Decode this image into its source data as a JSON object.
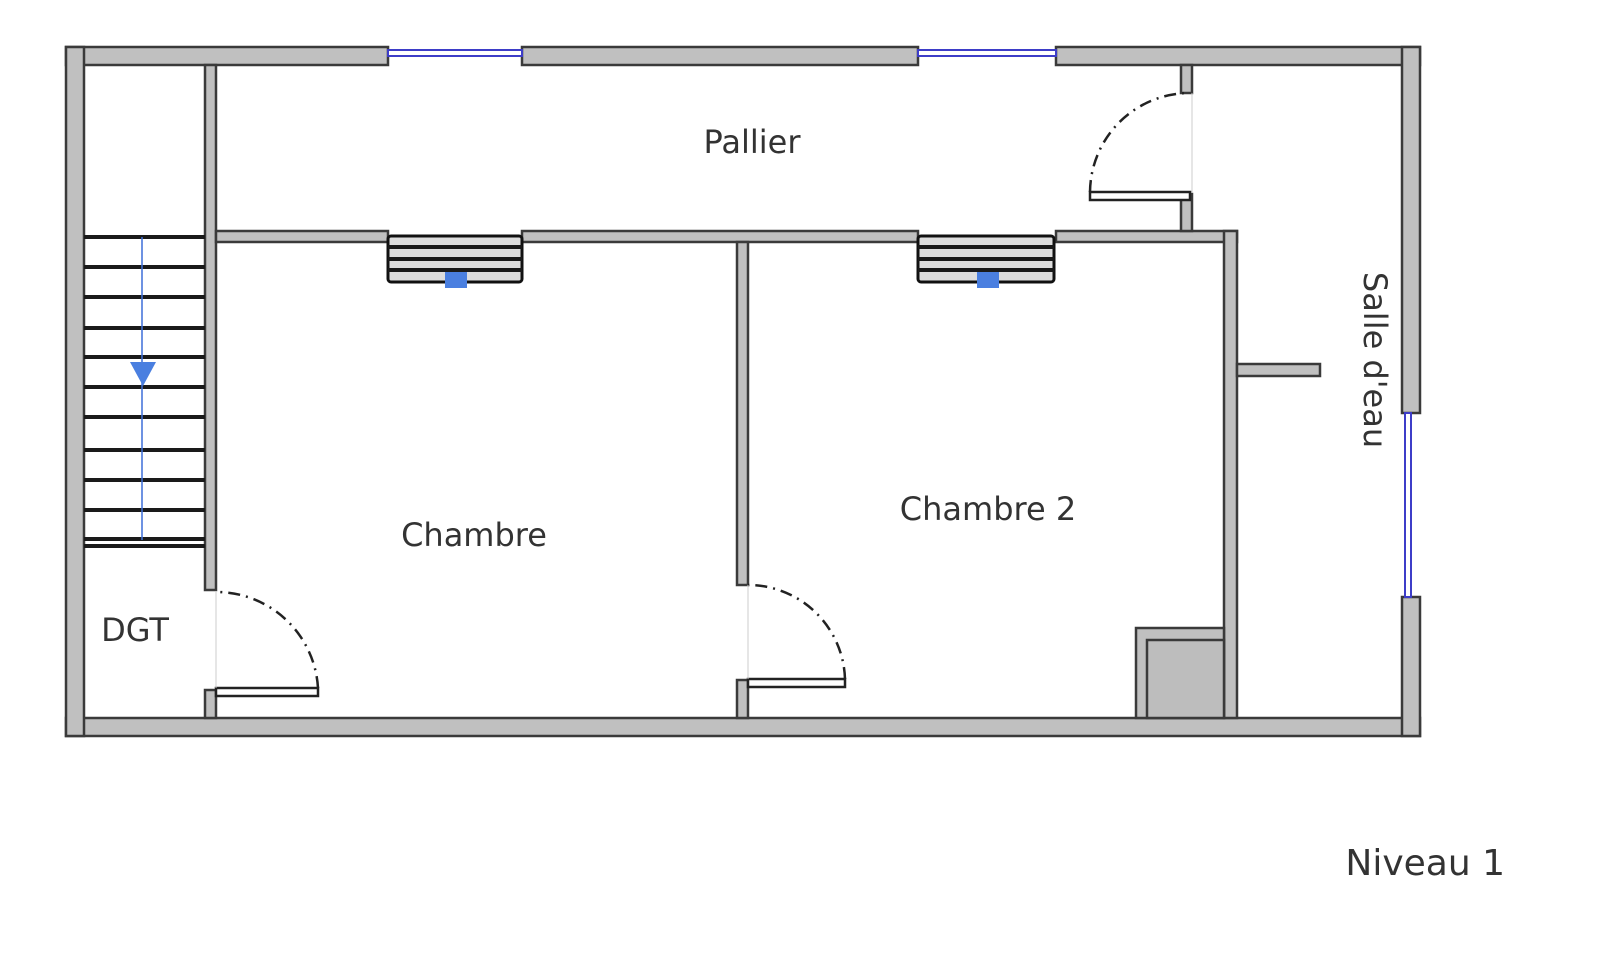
{
  "plan": {
    "level_label": "Niveau 1",
    "rooms": {
      "pallier": "Pallier",
      "chambre": "Chambre",
      "chambre2": "Chambre 2",
      "dgt": "DGT",
      "salle_deau": "Salle d'eau"
    },
    "colors": {
      "wall": "#c0c0c0",
      "window": "#3d3dc8",
      "stair_arrow": "#4a7fe0"
    }
  }
}
